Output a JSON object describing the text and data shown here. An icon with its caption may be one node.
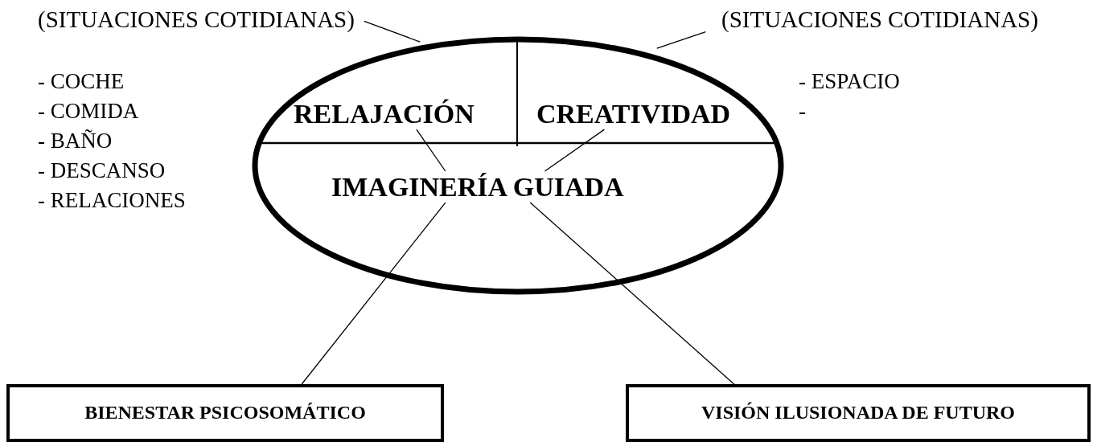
{
  "diagram": {
    "nodes": [
      {
        "text": [],
        "shape": "ellipse"
      },
      {
        "text": [
          "RELAJACIÓN"
        ],
        "in": 0
      },
      {
        "text": [
          "CREATIVIDAD"
        ],
        "in": 0
      },
      {
        "text": [
          "IMAGINERÍA GUIADA"
        ],
        "in": 0
      },
      {
        "text": [
          "(SITUACIONES COTIDIANAS)"
        ]
      },
      {
        "text": [
          "(SITUACIONES COTIDIANAS)"
        ]
      },
      {
        "text": [
          "BIENESTAR PSICOSOMÁTICO"
        ]
      },
      {
        "text": [
          "VISIÓN ILUSIONADA DE FUTURO"
        ]
      }
    ],
    "edges": [
      {
        "from": 4,
        "to": 0,
        "arrow": "none"
      },
      {
        "from": 5,
        "to": 0,
        "arrow": "none"
      },
      {
        "from": 1,
        "to": 3,
        "arrow": "none"
      },
      {
        "from": 2,
        "to": 3,
        "arrow": "none"
      },
      {
        "from": 3,
        "to": 6,
        "arrow": "none"
      },
      {
        "from": 3,
        "to": 7,
        "arrow": "none"
      }
    ],
    "labels": [
      "- COCHE",
      "- COMIDA",
      "- BAÑO",
      "- DESCANSO",
      "- RELACIONES",
      "- ESPACIO",
      "-"
    ]
  }
}
